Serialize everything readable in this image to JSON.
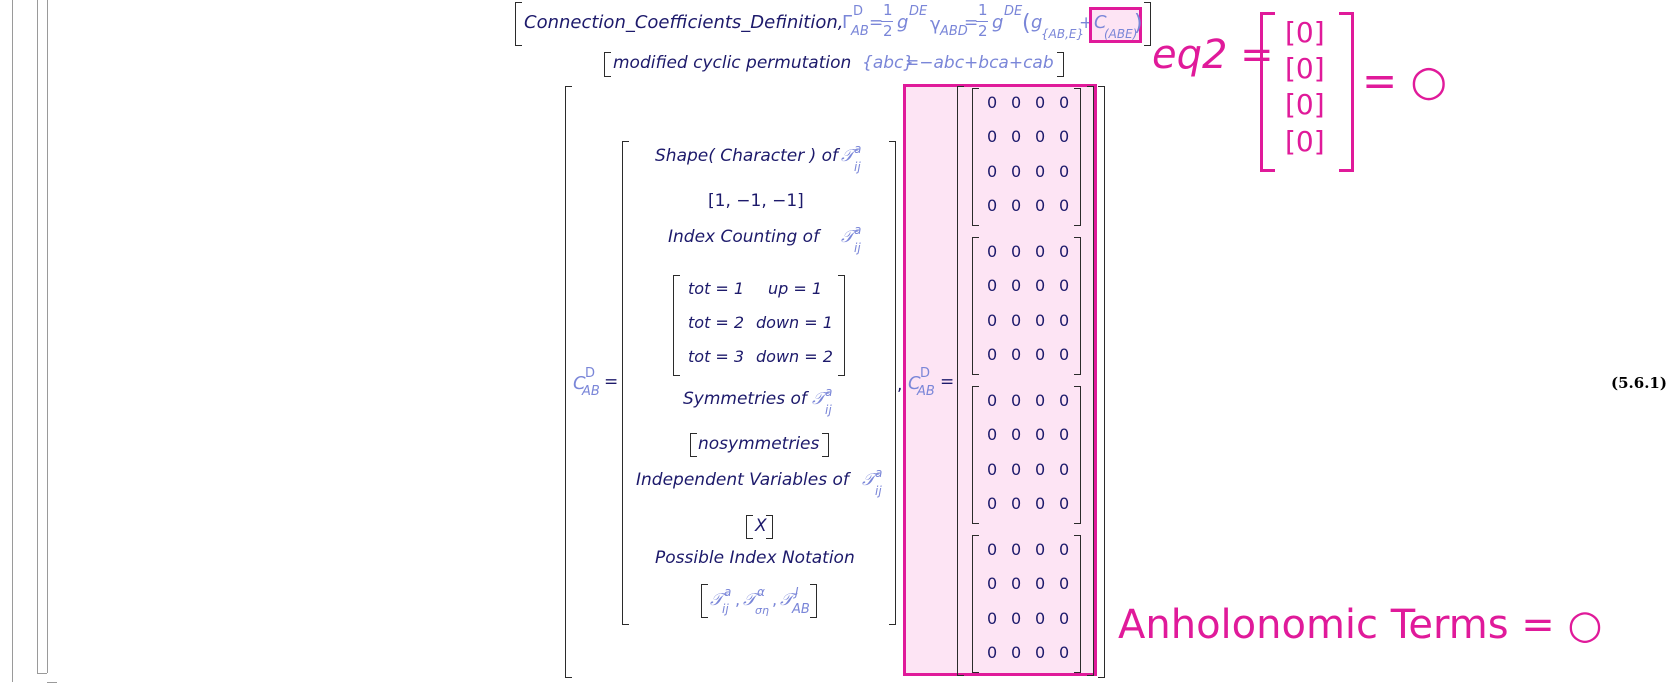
{
  "line1": {
    "label": "Connection_Coefficients_Definition,",
    "gamma": "Γ",
    "gamma_sup": "D",
    "gamma_sub": "AB",
    "eq1": "=",
    "frac_num": "1",
    "frac_den": "2",
    "g1": "g",
    "g1_sup": "DE",
    "gamma2": "γ",
    "gamma2_sub": "ABD",
    "eq2": "=",
    "g2": "g",
    "g2_sup": "DE",
    "open_paren": "(",
    "g3": "g",
    "g3_sub": "{AB,E}",
    "plus": "+",
    "c": "C",
    "c_sub": "(ABE)",
    "close_paren": ")"
  },
  "line2": {
    "label": "modified cyclic permutation",
    "expr_lhs": "{abc}",
    "expr_rhs": "=−abc+bca+cab"
  },
  "left_matrix": {
    "lhs": "C",
    "lhs_sup": "D",
    "lhs_sub": "AB",
    "eq": "=",
    "shape_label": "Shape( Character )  of",
    "shape_value": "[1, −1, −1]",
    "index_label": "Index Counting of",
    "index_rows": [
      {
        "tot": "tot = 1",
        "other": "up = 1"
      },
      {
        "tot": "tot = 2",
        "other": "down = 1"
      },
      {
        "tot": "tot = 3",
        "other": "down = 2"
      }
    ],
    "sym_label": "Symmetries of",
    "sym_value": "nosymmetries",
    "indep_label": "Independent Variables of",
    "indep_value": "X",
    "notation_label": "Possible Index Notation",
    "t_letter": "𝒯",
    "t_sup": "a",
    "t_sub": "ij",
    "notation_items": [
      "𝒯",
      "𝒯",
      "𝒯"
    ],
    "notation_sups": [
      "a",
      "α",
      "J"
    ],
    "notation_subs": [
      "ij",
      "ση",
      "AB"
    ]
  },
  "right_matrix": {
    "comma": ",",
    "lhs": "C",
    "lhs_sup": "D",
    "lhs_sub": "AB",
    "eq": "=",
    "zero": "0"
  },
  "equation_number": "(5.6.1)",
  "annotations": {
    "eq2_label": "eq2 =",
    "zero_brackets": [
      "[0]",
      "[0]",
      "[0]",
      "[0]"
    ],
    "eq2_result": "= ○",
    "anholonomic": "Anholonomic Terms = ○"
  },
  "colors": {
    "navy": "#1d1a6b",
    "blue": "#7a86d8",
    "pink": "#e01a9a",
    "pink_fill": "#fde4f4"
  }
}
